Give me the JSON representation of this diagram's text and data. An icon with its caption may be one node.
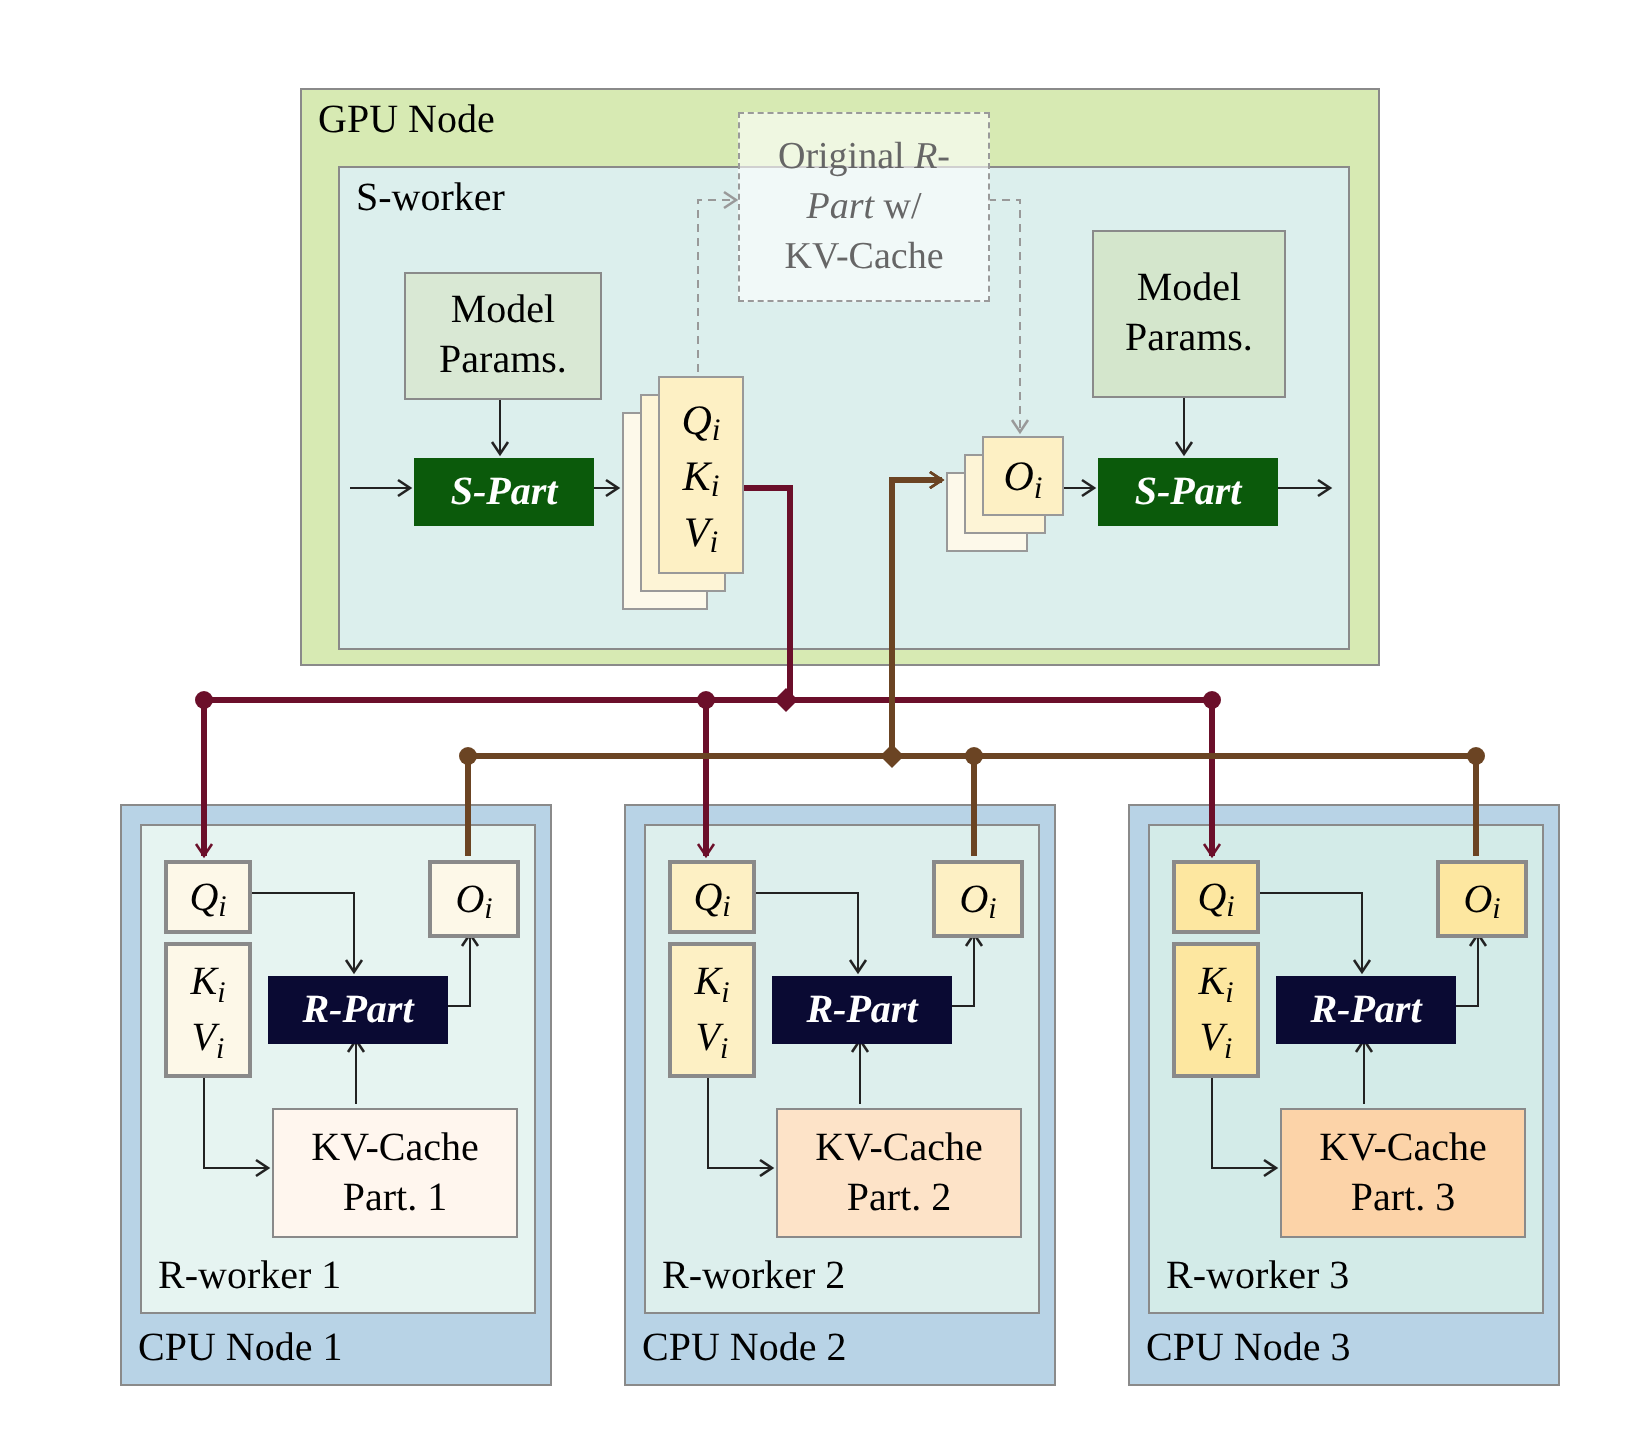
{
  "diagram": {
    "nodes": [
      {
        "text": [
          "GPU Node"
        ]
      },
      {
        "text": [
          "S-worker"
        ],
        "in": 0
      },
      {
        "text": [
          "Original *R-Part* w/ KV-Cache"
        ],
        "in": 0
      },
      {
        "text": [
          "Model Params."
        ],
        "in": 1
      },
      {
        "text": [
          "S-Part"
        ],
        "in": 1
      },
      {
        "text": [
          "Q$_{i}$",
          "K$_{i}$",
          "V$_{i}$"
        ],
        "in": 1
      },
      {
        "text": [
          "O$_{i}$"
        ],
        "in": 1
      },
      {
        "text": [
          "S-Part"
        ],
        "in": 1
      },
      {
        "text": [
          "Model Params."
        ],
        "in": 1
      },
      {
        "text": [
          "CPU Node 1"
        ]
      },
      {
        "text": [
          "R-worker 1"
        ],
        "in": 9
      },
      {
        "text": [
          "Q$_{i}$"
        ],
        "in": 10
      },
      {
        "text": [
          "K$_{i}$",
          "V$_{i}$"
        ],
        "in": 10
      },
      {
        "text": [
          "O$_{i}$"
        ],
        "in": 10
      },
      {
        "text": [
          "R-Part"
        ],
        "in": 10
      },
      {
        "text": [
          "KV-Cache Part. 1"
        ],
        "in": 10
      },
      {
        "text": [
          "CPU Node 2"
        ]
      },
      {
        "text": [
          "R-worker 2"
        ],
        "in": 16
      },
      {
        "text": [
          "Q$_{i}$"
        ],
        "in": 17
      },
      {
        "text": [
          "K$_{i}$",
          "V$_{i}$"
        ],
        "in": 17
      },
      {
        "text": [
          "O$_{i}$"
        ],
        "in": 17
      },
      {
        "text": [
          "R-Part"
        ],
        "in": 17
      },
      {
        "text": [
          "KV-Cache Part. 2"
        ],
        "in": 17
      },
      {
        "text": [
          "CPU Node 3"
        ]
      },
      {
        "text": [
          "R-worker 3"
        ],
        "in": 23
      },
      {
        "text": [
          "Q$_{i}$"
        ],
        "in": 24
      },
      {
        "text": [
          "K$_{i}$",
          "V$_{i}$"
        ],
        "in": 24
      },
      {
        "text": [
          "O$_{i}$"
        ],
        "in": 24
      },
      {
        "text": [
          "R-Part"
        ],
        "in": 24
      },
      {
        "text": [
          "KV-Cache Part. 3"
        ],
        "in": 24
      }
    ],
    "edges": [
      {
        "from": null,
        "to": 4,
        "arrow": "to"
      },
      {
        "from": 3,
        "to": 4,
        "arrow": "to"
      },
      {
        "from": 4,
        "to": 5,
        "arrow": "to"
      },
      {
        "from": 5,
        "to": 2,
        "arrow": "to",
        "style": "dashed",
        "color": "#999999"
      },
      {
        "from": 2,
        "to": 6,
        "arrow": "to",
        "style": "dashed",
        "color": "#999999"
      },
      {
        "from": 6,
        "to": 7,
        "arrow": "to"
      },
      {
        "from": 8,
        "to": 7,
        "arrow": "to"
      },
      {
        "from": 7,
        "to": null,
        "arrow": "to"
      },
      {
        "from": 5,
        "to": 11,
        "arrow": "to",
        "style": "thick",
        "color": "#6b0f2a"
      },
      {
        "from": 5,
        "to": 18,
        "arrow": "to",
        "style": "thick",
        "color": "#6b0f2a"
      },
      {
        "from": 5,
        "to": 25,
        "arrow": "to",
        "style": "thick",
        "color": "#6b0f2a"
      },
      {
        "from": 13,
        "to": 6,
        "arrow": "to",
        "style": "thick",
        "color": "#6b4423"
      },
      {
        "from": 20,
        "to": 6,
        "arrow": "to",
        "style": "thick",
        "color": "#6b4423"
      },
      {
        "from": 27,
        "to": 6,
        "arrow": "to",
        "style": "thick",
        "color": "#6b4423"
      },
      {
        "from": 11,
        "to": 14,
        "arrow": "to"
      },
      {
        "from": 12,
        "to": 15,
        "arrow": "to"
      },
      {
        "from": 15,
        "to": 14,
        "arrow": "to"
      },
      {
        "from": 14,
        "to": 13,
        "arrow": "to"
      },
      {
        "from": 18,
        "to": 21,
        "arrow": "to"
      },
      {
        "from": 19,
        "to": 22,
        "arrow": "to"
      },
      {
        "from": 22,
        "to": 21,
        "arrow": "to"
      },
      {
        "from": 21,
        "to": 20,
        "arrow": "to"
      },
      {
        "from": 25,
        "to": 28,
        "arrow": "to"
      },
      {
        "from": 26,
        "to": 29,
        "arrow": "to"
      },
      {
        "from": 29,
        "to": 28,
        "arrow": "to"
      },
      {
        "from": 28,
        "to": 27,
        "arrow": "to"
      }
    ]
  }
}
